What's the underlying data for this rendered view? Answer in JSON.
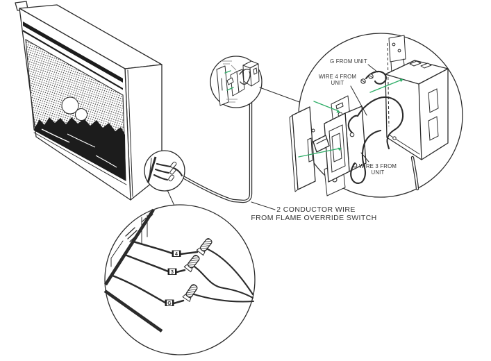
{
  "diagram": {
    "caption": {
      "line1": "2 CONDUCTOR WIRE",
      "line2": "FROM FLAME OVERRIDE SWITCH"
    },
    "switch_callout": {
      "g_from_unit": "G FROM UNIT",
      "wire4_line1": "WIRE 4 FROM",
      "wire4_line2": "UNIT",
      "wire3_line1": "WIRE 3 FROM",
      "wire3_line2": "UNIT"
    },
    "junction_callout": {
      "tag4": "4",
      "tag3": "3",
      "tagG": "G"
    },
    "colors": {
      "line": "#2b2b2b",
      "green": "#2fae68",
      "label": "#333333",
      "dark": "#1c1c1c"
    }
  }
}
